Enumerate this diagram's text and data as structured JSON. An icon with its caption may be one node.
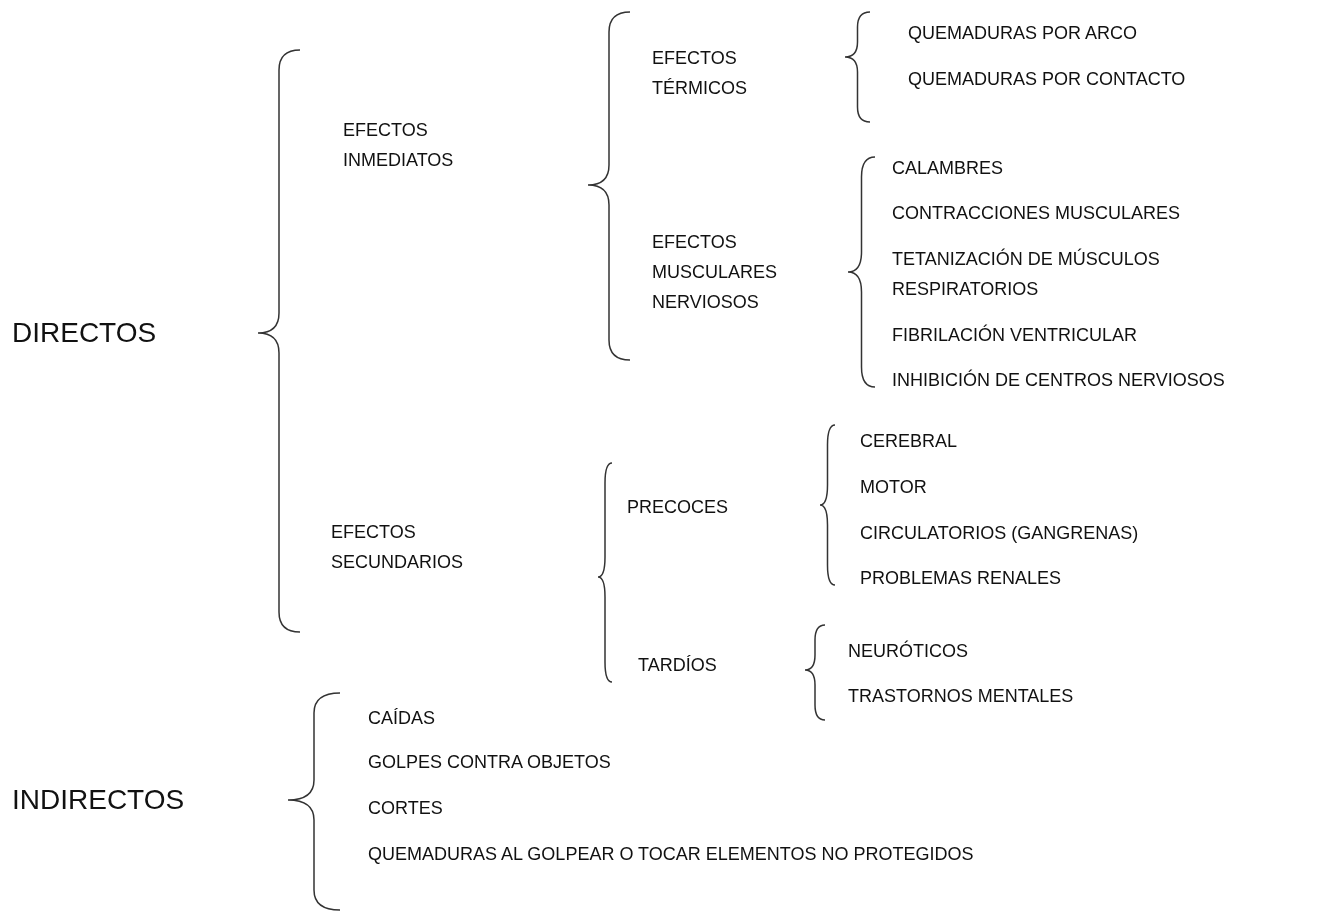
{
  "diagram": {
    "labels": [
      "DIRECTOS",
      "EFECTOS INMEDIATOS",
      "EFECTOS TÉRMICOS",
      "QUEMADURAS POR ARCO",
      "QUEMADURAS POR CONTACTO",
      "EFECTOS MUSCULARES NERVIOSOS",
      "CALAMBRES",
      "CONTRACCIONES MUSCULARES",
      "TETANIZACIÓN DE MÚSCULOS RESPIRATORIOS",
      "FIBRILACIÓN VENTRICULAR",
      "INHIBICIÓN DE CENTROS NERVIOSOS",
      "EFECTOS SECUNDARIOS",
      "PRECOCES",
      "CEREBRAL",
      "MOTOR",
      "CIRCULATORIOS (GANGRENAS)",
      "PROBLEMAS RENALES",
      "TARDÍOS",
      "NEURÓTICOS",
      "TRASTORNOS MENTALES",
      "INDIRECTOS",
      "CAÍDAS",
      "GOLPES CONTRA OBJETOS",
      "CORTES",
      "QUEMADURAS AL GOLPEAR O TOCAR ELEMENTOS NO PROTEGIDOS"
    ]
  }
}
